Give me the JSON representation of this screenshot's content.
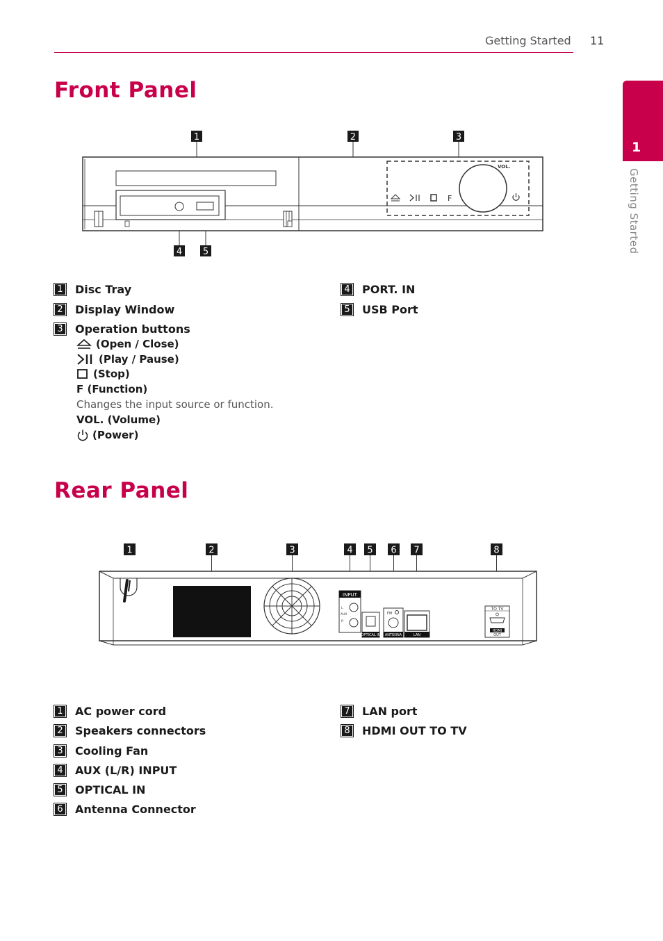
{
  "header": {
    "section": "Getting Started",
    "page_number": "11"
  },
  "side_tab": {
    "number": "1",
    "label": "Getting Started"
  },
  "front_panel": {
    "title": "Front Panel",
    "vol_label": "VOL.",
    "f_label": "F",
    "callouts": [
      "1",
      "2",
      "3",
      "4",
      "5"
    ],
    "items_left": [
      {
        "num": "1",
        "label": "Disc Tray"
      },
      {
        "num": "2",
        "label": "Display Window"
      },
      {
        "num": "3",
        "label": "Operation buttons"
      }
    ],
    "operation_buttons": [
      {
        "icon": "eject-icon",
        "label": "(Open / Close)"
      },
      {
        "icon": "play-pause-icon",
        "label": "(Play / Pause)"
      },
      {
        "icon": "stop-icon",
        "label": "(Stop)"
      },
      {
        "icon": "",
        "label": "F (Function)"
      }
    ],
    "function_description": "Changes the input source or function.",
    "vol_item": "VOL. (Volume)",
    "power_item": "(Power)",
    "items_right": [
      {
        "num": "4",
        "label": "PORT. IN"
      },
      {
        "num": "5",
        "label": "USB Port"
      }
    ]
  },
  "rear_panel": {
    "title": "Rear Panel",
    "callouts": [
      "1",
      "2",
      "3",
      "4",
      "5",
      "6",
      "7",
      "8"
    ],
    "port_labels": {
      "input": "INPUT",
      "aux": "AUX",
      "l": "L",
      "r": "R",
      "optical": "OPTICAL IN",
      "fm": "FM",
      "antenna": "ANTENNA",
      "lan": "LAN",
      "to_tv": "TO TV",
      "hdmi": "HDMI",
      "out": "OUT"
    },
    "items_left": [
      {
        "num": "1",
        "label": "AC power cord"
      },
      {
        "num": "2",
        "label": "Speakers connectors"
      },
      {
        "num": "3",
        "label": "Cooling Fan"
      },
      {
        "num": "4",
        "label": "AUX (L/R) INPUT"
      },
      {
        "num": "5",
        "label": "OPTICAL IN"
      },
      {
        "num": "6",
        "label": "Antenna Connector"
      }
    ],
    "items_right": [
      {
        "num": "7",
        "label": "LAN port"
      },
      {
        "num": "8",
        "label": "HDMI OUT TO TV"
      }
    ]
  }
}
